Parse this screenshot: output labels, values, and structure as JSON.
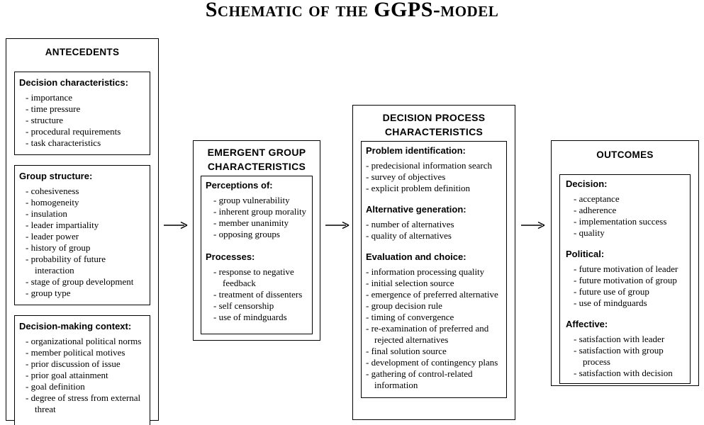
{
  "diagram": {
    "title": "Schematic of the GGPS-model"
  },
  "boxes": {
    "antecedents": {
      "header": "ANTECEDENTS",
      "sections": [
        {
          "heading": "Decision characteristics:",
          "items": [
            "importance",
            "time pressure",
            "structure",
            "procedural requirements",
            "task characteristics"
          ]
        },
        {
          "heading": "Group structure:",
          "items": [
            "cohesiveness",
            "homogeneity",
            "insulation",
            "leader impartiality",
            "leader power",
            "history of group",
            "probability of future interaction",
            "stage of group development",
            "group type"
          ]
        },
        {
          "heading": "Decision-making context:",
          "items": [
            "organizational political norms",
            "member political motives",
            "prior discussion of issue",
            "prior goal attainment",
            "goal definition",
            "degree of stress from external threat"
          ]
        }
      ]
    },
    "emergent_group": {
      "header": "EMERGENT GROUP CHARACTERISTICS",
      "sections": [
        {
          "heading": "Perceptions of:",
          "items": [
            "group vulnerability",
            "inherent group morality",
            "member unanimity",
            "opposing groups"
          ]
        },
        {
          "heading": "Processes:",
          "items": [
            "response to negative feedback",
            "treatment of dissenters",
            "self censorship",
            "use of mindguards"
          ]
        }
      ]
    },
    "decision_process": {
      "header": "DECISION PROCESS CHARACTERISTICS",
      "sections": [
        {
          "heading": "Problem identification:",
          "items": [
            "predecisional information search",
            "survey of objectives",
            "explicit problem definition"
          ]
        },
        {
          "heading": "Alternative generation:",
          "items": [
            "number of alternatives",
            "quality of alternatives"
          ]
        },
        {
          "heading": "Evaluation and choice:",
          "items": [
            "information processing quality",
            "initial selection source",
            "emergence of preferred alternative",
            "group decision rule",
            "timing of convergence",
            "re-examination of preferred and rejected alternatives",
            "final solution source",
            "development of contingency plans",
            "gathering of control-related information"
          ]
        }
      ]
    },
    "outcomes": {
      "header": "OUTCOMES",
      "sections": [
        {
          "heading": "Decision:",
          "items": [
            "acceptance",
            "adherence",
            "implementation success",
            "quality"
          ]
        },
        {
          "heading": "Political:",
          "items": [
            "future motivation of leader",
            "future motivation of group",
            "future use of group",
            "use of mindguards"
          ]
        },
        {
          "heading": "Affective:",
          "items": [
            "satisfaction with leader",
            "satisfaction with group process",
            "satisfaction with decision"
          ]
        }
      ]
    }
  },
  "arrows": {
    "count": 3,
    "direction": "right"
  },
  "colors": {
    "border": "#000000",
    "text": "#000000",
    "background": "#ffffff"
  }
}
